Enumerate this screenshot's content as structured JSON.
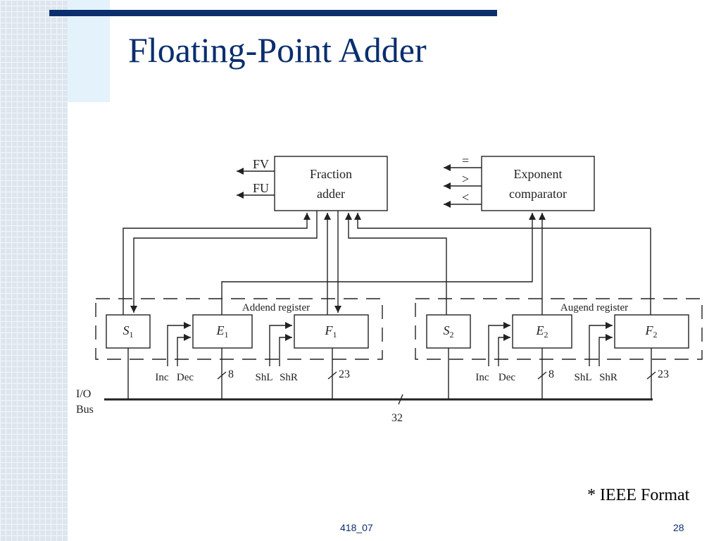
{
  "slide": {
    "title": "Floating-Point Adder",
    "note": "* IEEE Format",
    "footer_center": "418_07",
    "page_number": "28"
  },
  "diagram": {
    "fraction_adder": {
      "line1": "Fraction",
      "line2": "adder"
    },
    "exponent_comparator": {
      "line1": "Exponent",
      "line2": "comparator"
    },
    "flags": {
      "overflow": "FV",
      "underflow": "FU"
    },
    "compare_outputs": {
      "eq": "=",
      "gt": ">",
      "lt": "<"
    },
    "addend_register": "Addend register",
    "augend_register": "Augend register",
    "registers": {
      "s1": {
        "base": "S",
        "sub": "1"
      },
      "e1": {
        "base": "E",
        "sub": "1"
      },
      "f1": {
        "base": "F",
        "sub": "1"
      },
      "s2": {
        "base": "S",
        "sub": "2"
      },
      "e2": {
        "base": "E",
        "sub": "2"
      },
      "f2": {
        "base": "F",
        "sub": "2"
      }
    },
    "controls": {
      "inc": "Inc",
      "dec": "Dec",
      "shl": "ShL",
      "shr": "ShR"
    },
    "widths": {
      "exponent": "8",
      "fraction": "23",
      "bus": "32"
    },
    "bus": {
      "line1": "I/O",
      "line2": "Bus"
    }
  }
}
